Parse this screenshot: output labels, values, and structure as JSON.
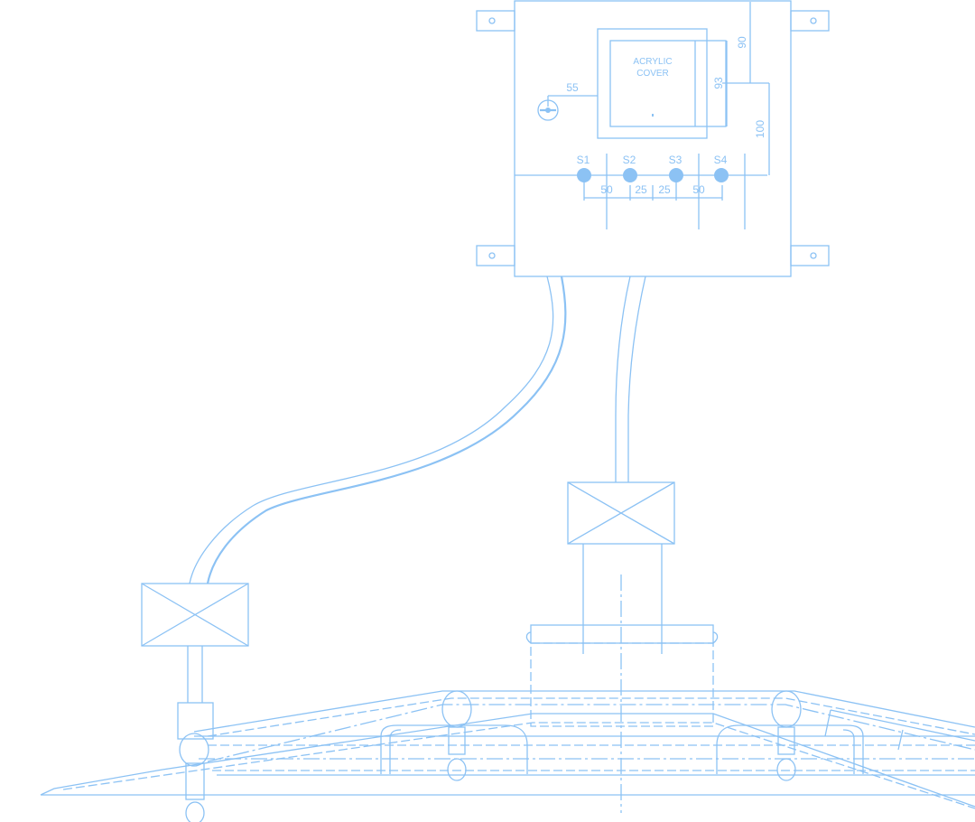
{
  "drawing": {
    "cover_label_line1": "ACRYLIC",
    "cover_label_line2": "COVER",
    "switches": [
      "S1",
      "S2",
      "S3",
      "S4"
    ],
    "dimensions": {
      "left_offset": "55",
      "top_offset": "90",
      "cover_height": "93",
      "switch_row_offset": "100",
      "spacing": [
        "50",
        "25",
        "25",
        "50"
      ]
    },
    "line_color": "#8cc2f4"
  }
}
